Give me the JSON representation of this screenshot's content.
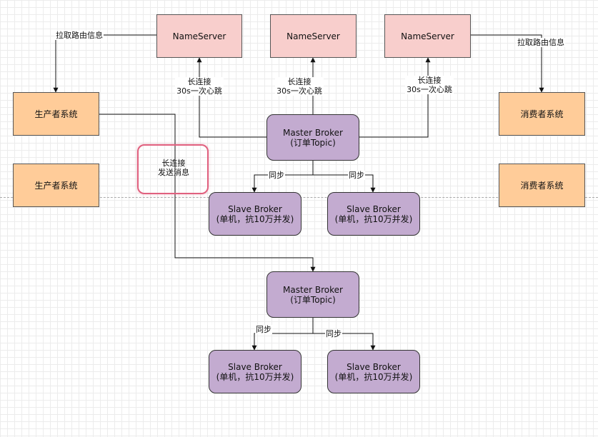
{
  "name_servers": [
    {
      "label": "NameServer"
    },
    {
      "label": "NameServer"
    },
    {
      "label": "NameServer"
    }
  ],
  "producers": [
    {
      "label": "生产者系统"
    },
    {
      "label": "生产者系统"
    }
  ],
  "consumers": [
    {
      "label": "消费者系统"
    },
    {
      "label": "消费者系统"
    }
  ],
  "masters": [
    {
      "label": "Master Broker\n(订单Topic)"
    },
    {
      "label": "Master Broker\n(订单Topic)"
    }
  ],
  "slaves": [
    {
      "label": "Slave Broker\n(单机，抗10万并发)"
    },
    {
      "label": "Slave Broker\n(单机，抗10万并发)"
    },
    {
      "label": "Slave Broker\n(单机，抗10万并发)"
    },
    {
      "label": "Slave Broker\n(单机，抗10万并发)"
    }
  ],
  "edge_labels": {
    "fetch_route_left": "拉取路由信息",
    "fetch_route_right": "拉取路由信息",
    "heartbeat_1": "长连接\n30s一次心跳",
    "heartbeat_2": "长连接\n30s一次心跳",
    "heartbeat_3": "长连接\n30s一次心跳",
    "send_message": "长连接\n发送消息",
    "sync_1": "同步",
    "sync_2": "同步",
    "sync_3": "同步",
    "sync_4": "同步"
  },
  "colors": {
    "name_server_fill": "#f8cecc",
    "system_fill": "#ffcc99",
    "broker_fill": "#c3abd0",
    "highlight_border": "#e0607e"
  }
}
